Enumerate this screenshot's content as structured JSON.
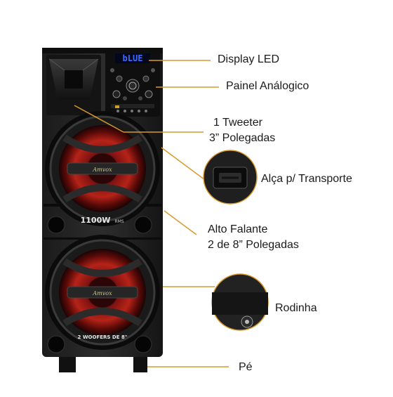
{
  "accent_color": "#d89a2b",
  "display": {
    "text": "bLUE"
  },
  "speaker": {
    "woofer_top_badge": "1100W",
    "woofer_top_badge_small": "RMS",
    "woofer_bottom_badge": "2 WOOFERS DE 8\"",
    "brand": "Amvox"
  },
  "callouts": {
    "display_led": "Display LED",
    "painel": "Painel Análogico",
    "tweeter_line1": "1 Tweeter",
    "tweeter_line2": "3” Polegadas",
    "alca": "Alça p/ Transporte",
    "alto_line1": "Alto Falante",
    "alto_line2": "2 de 8” Polegadas",
    "rodinha": "Rodinha",
    "pe": "Pé"
  },
  "icons": [
    "handle-detail-icon",
    "wheel-detail-icon"
  ]
}
